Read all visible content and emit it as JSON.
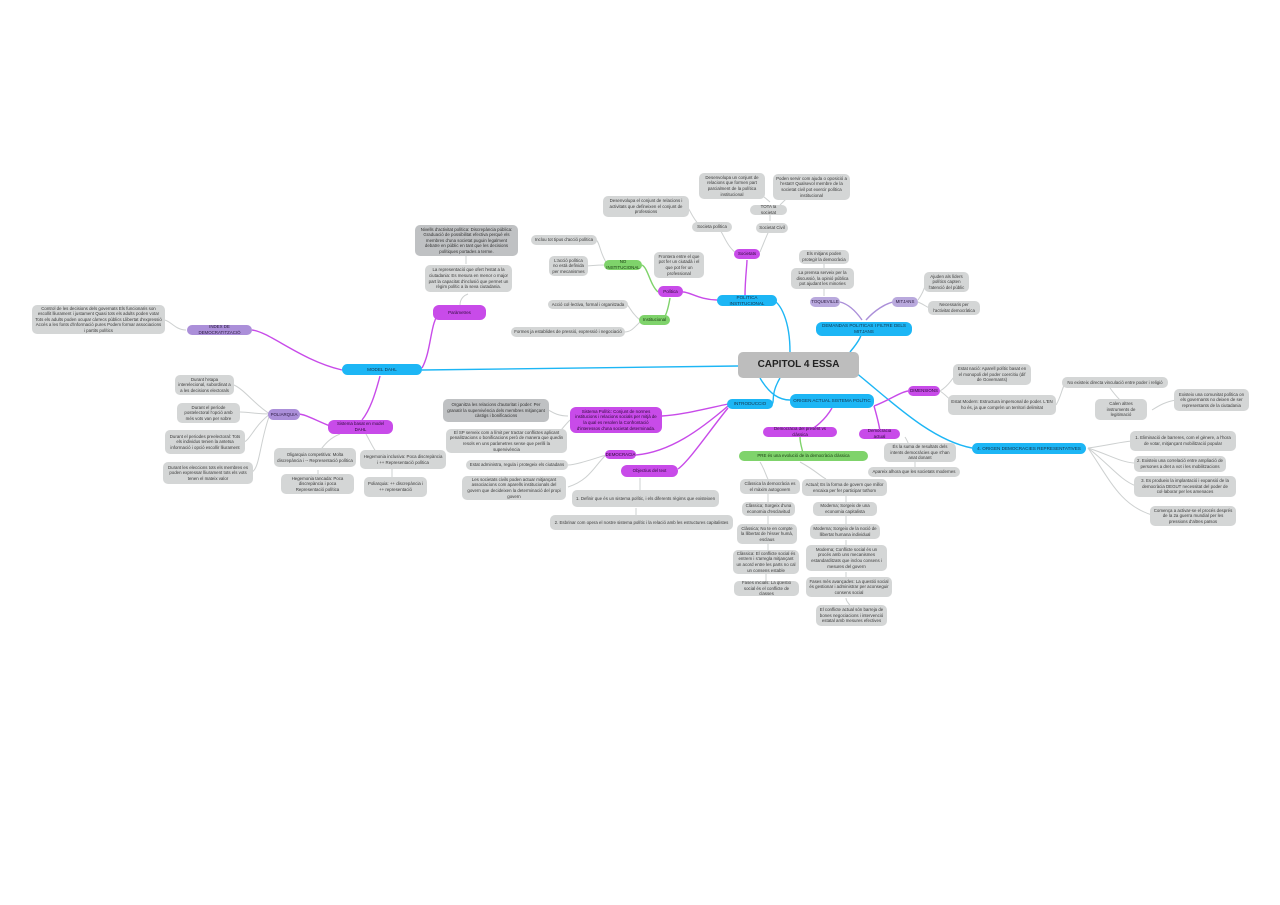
{
  "central": {
    "label": "CAPITOL 4 ESSA"
  },
  "colors": {
    "primary_branch": "#1db6f5",
    "secondary_branch": "#c84be9",
    "tertiary_branch": "#ab8fd9",
    "green_branch": "#7fd36b",
    "leaf": "#d4d6d6",
    "central": "#bdbdbd"
  },
  "model_dahl": {
    "label": "MODEL DAHL",
    "index": {
      "label": "INDEX DE DEMOCRATITZACIÓ",
      "text": "Control de les decisions dels governats Els funcionaris son escollit lliurament i justament Quasi tots els adults poden votar Tots els adults poden ocupar càrrecs públics Llibertat d'expressió Accés a les fonts d'informació pures Podem formar associacions i partits polítics"
    },
    "parametres": {
      "label": "Paràmetres",
      "leaf1": "Nivells d'activitat política: Discrepància pública: Graduació de possibilitat efectiva perquè els membres d'una societat puguin legalment debatre en públic en tant que les decisions polítiques portades a terme.",
      "leaf2": "La representació que ofert l'estat a la ciutadania: Es mesura en menor o major part la capacitat d'inclusió que permet un règim polític a la seva ciutadania."
    },
    "sistema": {
      "label": "Sistema basat en model DAHL",
      "poliarquia": {
        "label": "POLIARQUIA",
        "items": [
          "Durant l'etapa interelecional, subordinat a a les decisions electorals",
          "Durant el període postelectoral l'opció amb més vots van per sobre",
          "Durant el periodes preelectoral: Tots els individus tenien la antetsa informació i opció escollir lliurament",
          "Durant les eleccions tots els membres es poden expressar lliurament tots els vots tenen el mateix valor"
        ]
      },
      "oligarquia": "Oligarquia competitiva: Molta discrepància i -- Representació política",
      "hegemonia_tancada": "Hegemonia tancada: Poca discrepància i poca Representació política",
      "hegemonia_inclusiva": "Hegemonia inclusiva: Poca discrepància i ++ Representació política",
      "poliarquia_leaf": "Poliarquia: ++ discrepància i ++ representació"
    }
  },
  "politica_institucional": {
    "label": "POLITICA INSTITUCIONAL",
    "societats": {
      "label": "Societats",
      "politica": {
        "label": "Societa política",
        "text": "Desenvolupa el conjunt de relacions i activitats que defineixen el conjunt de professions"
      },
      "civil": {
        "label": "Societat Civil",
        "tota": "TOTA la societat",
        "text1": "Desenvolupa un conjunt de relacions que formen part parcialment de la política institucional",
        "text2": "Poden servir com ajuda o oposició a l'estat!! Qualsevol membre de la societat civil pot exercir política institucional"
      }
    },
    "politica": {
      "label": "Política",
      "frontera": "Frontera entre el que pot fer un ciutadà i el que pot fer un professional",
      "no_institucional": {
        "label": "NO INSTITUCIONAL",
        "items": [
          "Inclou tot tipus d'acció política",
          "L'acció política no està definida per mecanismes"
        ]
      },
      "institucional": {
        "label": "Institucional",
        "items": [
          "Acció col·lectiva, formal i organitzada",
          "Formes ja establides de pressió, expressió i negociació"
        ]
      }
    }
  },
  "demandes": {
    "label": "DEMANDAS POLITICAS I FILTRE DELS MITJANS",
    "toqueville": {
      "label": "TOQUEVILLE",
      "items": [
        "Els mitjans poden protegir la democràcia",
        "La premsa serveix per la discussió, la opinió pública pot ajudant les minories"
      ]
    },
    "mitjans": {
      "label": "MITJANS",
      "items": [
        "Ajuden als líders polítics capten l'atenció del públic",
        "Necessaris per l'activitat democràtica"
      ]
    }
  },
  "introduccio": {
    "label": "INTRODUCCIO",
    "sistema_politic": {
      "label": "Sistema Polític: Conjunt de normes institucions i relacions socials per mitjà de la qual es resolen la Confrontació d'interessos d'una societat determinada.",
      "items": [
        "Organitza les relacions d'autoritat i poder: Per granatir la supervivència dels membres mitjançant càstigs i bonificacions",
        "El SP serveix com a límit per tractar conflictes aplicant penalitzacions o bonificacions però de manera que quedin resols en uns paràmetres sense que perilli la supervivència"
      ]
    },
    "democracia": {
      "label": "DEMOCRACIA",
      "items": [
        "Estat administra, regula i protegeix els ciutadans",
        "Les societats civils poden actuar mitjançant associacions com aparells institucionals del govern que decideixen la determinació del propi govern"
      ]
    },
    "objectius": {
      "label": "Objectius del text",
      "items": [
        "1. Definir que és un sistema polític, i els diferents règims que existeixen",
        "2. Esbrinar com opera el nostre sistema polític i la relació amb les estructures capitalistes"
      ]
    }
  },
  "origen": {
    "label": "ORIGEN ACTUAL SISTEMA POLÍTIC",
    "present_classica": {
      "label": "Democràcia del present vs clàssica",
      "green": "PRE és una evolució de la democràcia clàssica",
      "classica": [
        "Clàssica la democràcia es el màxim autogovern",
        "Clàssica; Sorgeix d'una economia d'esclavitud",
        "Clàssica; No te en compte la llibertat de l'ésser humà, esclaus",
        "Clàssica: El conflicte social és entrem i s'arregla mitjançant un acord entre les parts no cal un consens estable",
        "Fases inicials: La qüestió social és el conflicte de classes"
      ],
      "moderna": [
        "Actual; Es la forma de govern que millor encaixa per fer participar tothom",
        "Moderna; Sorgeix de una economia capitalista",
        "Moderna; Sorgeix de la noció de llibertat humana individual",
        "Moderna; Conflicte social és un procés amb uns mecanismes estandarditzats que inclou consens i mesures del govern",
        "Fases més avançades: La questió social és gestionar i administrar per aconseguir consens social",
        "El conflicte actual són barreja de bones negociacions i intervenció estatal amb mesures efectives"
      ]
    },
    "actual": {
      "label": "Democracia actual",
      "items": [
        "És la suma de resultats dels intents democràcies que s'han anat donant",
        "Apareix alhora que les societats modernes"
      ]
    },
    "dimensions": {
      "label": "DIMENSIONS",
      "estat_nacio": "Estat nació: Aparell polític basat en el monopoli del poder coercitiu (dif de Governants)",
      "estat_modern": "Estat Modern: Estructura impersonal de poder. L'EN ho és, ja que comprèn un territori delimitat",
      "no_existeix": "No existeix directa vinculació entre poder i religió",
      "calen": "Calen altres instruments de legitimació",
      "existeix": "Existeix una comunitat política on els governants no deixen de ser representants de la ciutadania"
    }
  },
  "origen_democracies": {
    "label": "4. ORIGEN DEMOCRACIES REPRESENTATIVES",
    "items": [
      "1. Eliminació de barreres, com el gènere, a l'hora de votar, mitjançant mobilització popular",
      "2. Existeix una correlació entre ampliació de persones a dret a vot i les mobilitzacions",
      "3. Es produeix la implantació i expansió de la democràcia DEGUT necessitat del poder de col·laborar per les amenaces",
      "Comença a activar-se el procés després de la 2a guerra mundial per les pressions d'altres països"
    ]
  }
}
